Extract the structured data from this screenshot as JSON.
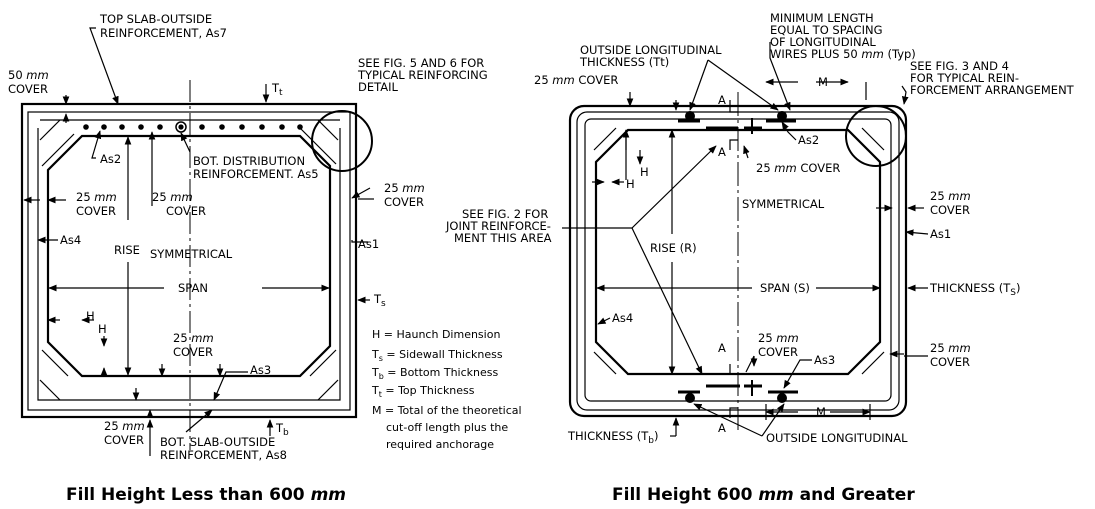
{
  "left": {
    "top_slab": [
      "TOP SLAB-OUTSIDE",
      "REINFORCEMENT, As7"
    ],
    "cover50": [
      "50 ",
      "mm",
      "COVER"
    ],
    "tt": [
      "T",
      "t"
    ],
    "see56": [
      "SEE FIG. 5 AND 6 FOR",
      "TYPICAL REINFORCING",
      "DETAIL"
    ],
    "as2": "As2",
    "bot_dist": [
      "BOT. DISTRIBUTION",
      "REINFORCEMENT. As5"
    ],
    "cover25_right": [
      "25 ",
      "mm",
      "COVER"
    ],
    "cover25_left": [
      "25 ",
      "mm",
      "COVER"
    ],
    "cover25_mid": [
      "25 ",
      "mm",
      "COVER"
    ],
    "as4": "As4",
    "rise": "RISE",
    "symmetrical": "SYMMETRICAL",
    "as1": "As1",
    "span": "SPAN",
    "ts": [
      "T",
      "s"
    ],
    "h1": "H",
    "h2": "H",
    "cover25_bot": [
      "25 ",
      "mm",
      "COVER"
    ],
    "as3": "As3",
    "cover25_botleft": [
      "25 ",
      "mm",
      "COVER"
    ],
    "bot_slab": [
      "BOT. SLAB-OUTSIDE",
      "REINFORCEMENT, As8"
    ],
    "tb": [
      "T",
      "b"
    ],
    "legend": {
      "h": "H  = Haunch Dimension",
      "ts_pre": "T",
      "ts_sub": "s",
      "ts_post": " = Sidewall Thickness",
      "tb_pre": "T",
      "tb_sub": "b",
      "tb_post": " = Bottom Thickness",
      "tt_pre": "T",
      "tt_sub": "t",
      "tt_post": " = Top Thickness",
      "m1": "M  = Total of the theoretical",
      "m2": "cut-off length plus the",
      "m3": "required anchorage"
    },
    "caption_pre": "Fill Height Less than 600 ",
    "caption_it": "mm"
  },
  "right": {
    "min_len": [
      "MINIMUM LENGTH",
      "EQUAL TO SPACING",
      "OF LONGITUDINAL",
      "WIRES PLUS 50 "
    ],
    "min_len_it": "mm",
    "min_len_post": " (Typ)",
    "see34": [
      "SEE FIG. 3 AND 4",
      "FOR TYPICAL REIN-",
      "FORCEMENT ARRANGEMENT"
    ],
    "outside_long": [
      "OUTSIDE LONGITUDINAL",
      "THICKNESS (Tt)"
    ],
    "cover25_top": [
      "25 ",
      "mm",
      " COVER"
    ],
    "m": "M",
    "a": "A",
    "as2": "As2",
    "cover25_inner": [
      "25 ",
      "mm",
      " COVER"
    ],
    "h": "H",
    "see2": [
      "SEE FIG. 2 FOR",
      "JOINT REINFORCE-",
      "MENT THIS AREA"
    ],
    "rise": "RISE (R)",
    "symmetrical": "SYMMETRICAL",
    "cover25_right": [
      "25 ",
      "mm",
      "COVER"
    ],
    "as1": "As1",
    "span": "SPAN (S)",
    "thickness_s_pre": "THICKNESS (T",
    "thickness_s_sub": "S",
    "thickness_s_post": ")",
    "as4": "As4",
    "cover25_bot": [
      "25 ",
      "mm",
      "COVER"
    ],
    "as3": "As3",
    "cover25_botright": [
      "25 ",
      "mm",
      "COVER"
    ],
    "thickness_b_pre": "THICKNESS (T",
    "thickness_b_sub": "b",
    "thickness_b_post": ")",
    "outside_long_bot": "OUTSIDE LONGITUDINAL",
    "caption_pre": "Fill Height 600 ",
    "caption_it": "mm",
    "caption_post": " and Greater"
  }
}
